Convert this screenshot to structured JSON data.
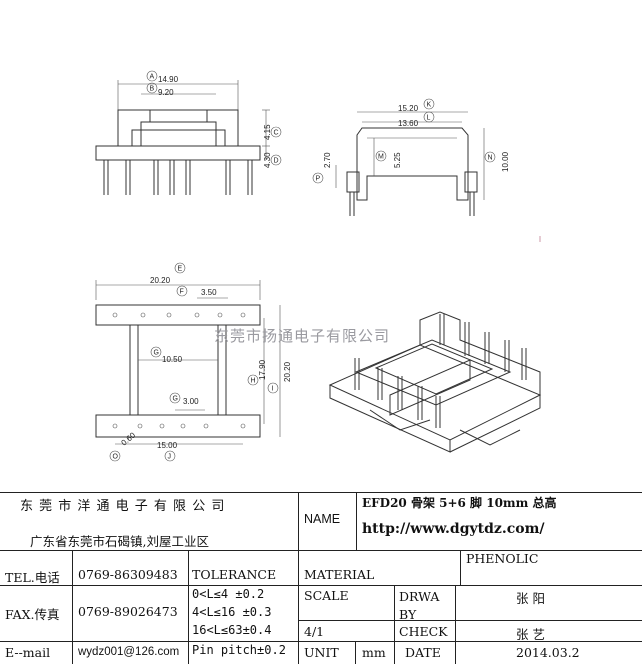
{
  "dimensions": {
    "A": "14.90",
    "B": "9.20",
    "C": "4.15",
    "D": "4.30",
    "K": "15.20",
    "L": "13.60",
    "P": "2.70",
    "M": "5.25",
    "N": "10.00",
    "E": "20.20",
    "F": "3.50",
    "G": "10.50",
    "H": "17.90",
    "I": "20.20",
    "G2": "3.00",
    "J": "15.00",
    "O": "0.60"
  },
  "watermark": "东莞市扬通电子有限公司",
  "title_block": {
    "company_name": "东 莞 市 洋 通 电 子 有 限 公 司",
    "company_address": "广东省东莞市石碣镇,刘屋工业区",
    "name_label": "NAME",
    "product_name": "EFD20 骨架 5+6 脚 10mm 总高",
    "website": "http://www.dgytdz.com/",
    "tel_label": "TEL.电话",
    "tel_value": "0769-86309483",
    "fax_label": "FAX.传真",
    "fax_value": "0769-89026473",
    "email_label": "E--mail",
    "email_value": "wydz001@126.com",
    "tolerance_label": "TOLERANCE",
    "tolerance_1": "0<L≤4   ±0.2",
    "tolerance_2": "4<L≤16  ±0.3",
    "tolerance_3": "16<L≤63±0.4",
    "pin_pitch": "Pin pitch±0.2",
    "material_label": "MATERIAL",
    "material_value": "PHENOLIC",
    "scale_label": "SCALE",
    "scale_value": "4/1",
    "drawn_by_label": "DRWA BY",
    "drawn_by_value": "张 阳",
    "check_label": "CHECK",
    "check_value": "张 艺",
    "unit_label": "UNIT",
    "unit_value": "mm",
    "date_label": "DATE",
    "date_value": "2014.03.2"
  }
}
